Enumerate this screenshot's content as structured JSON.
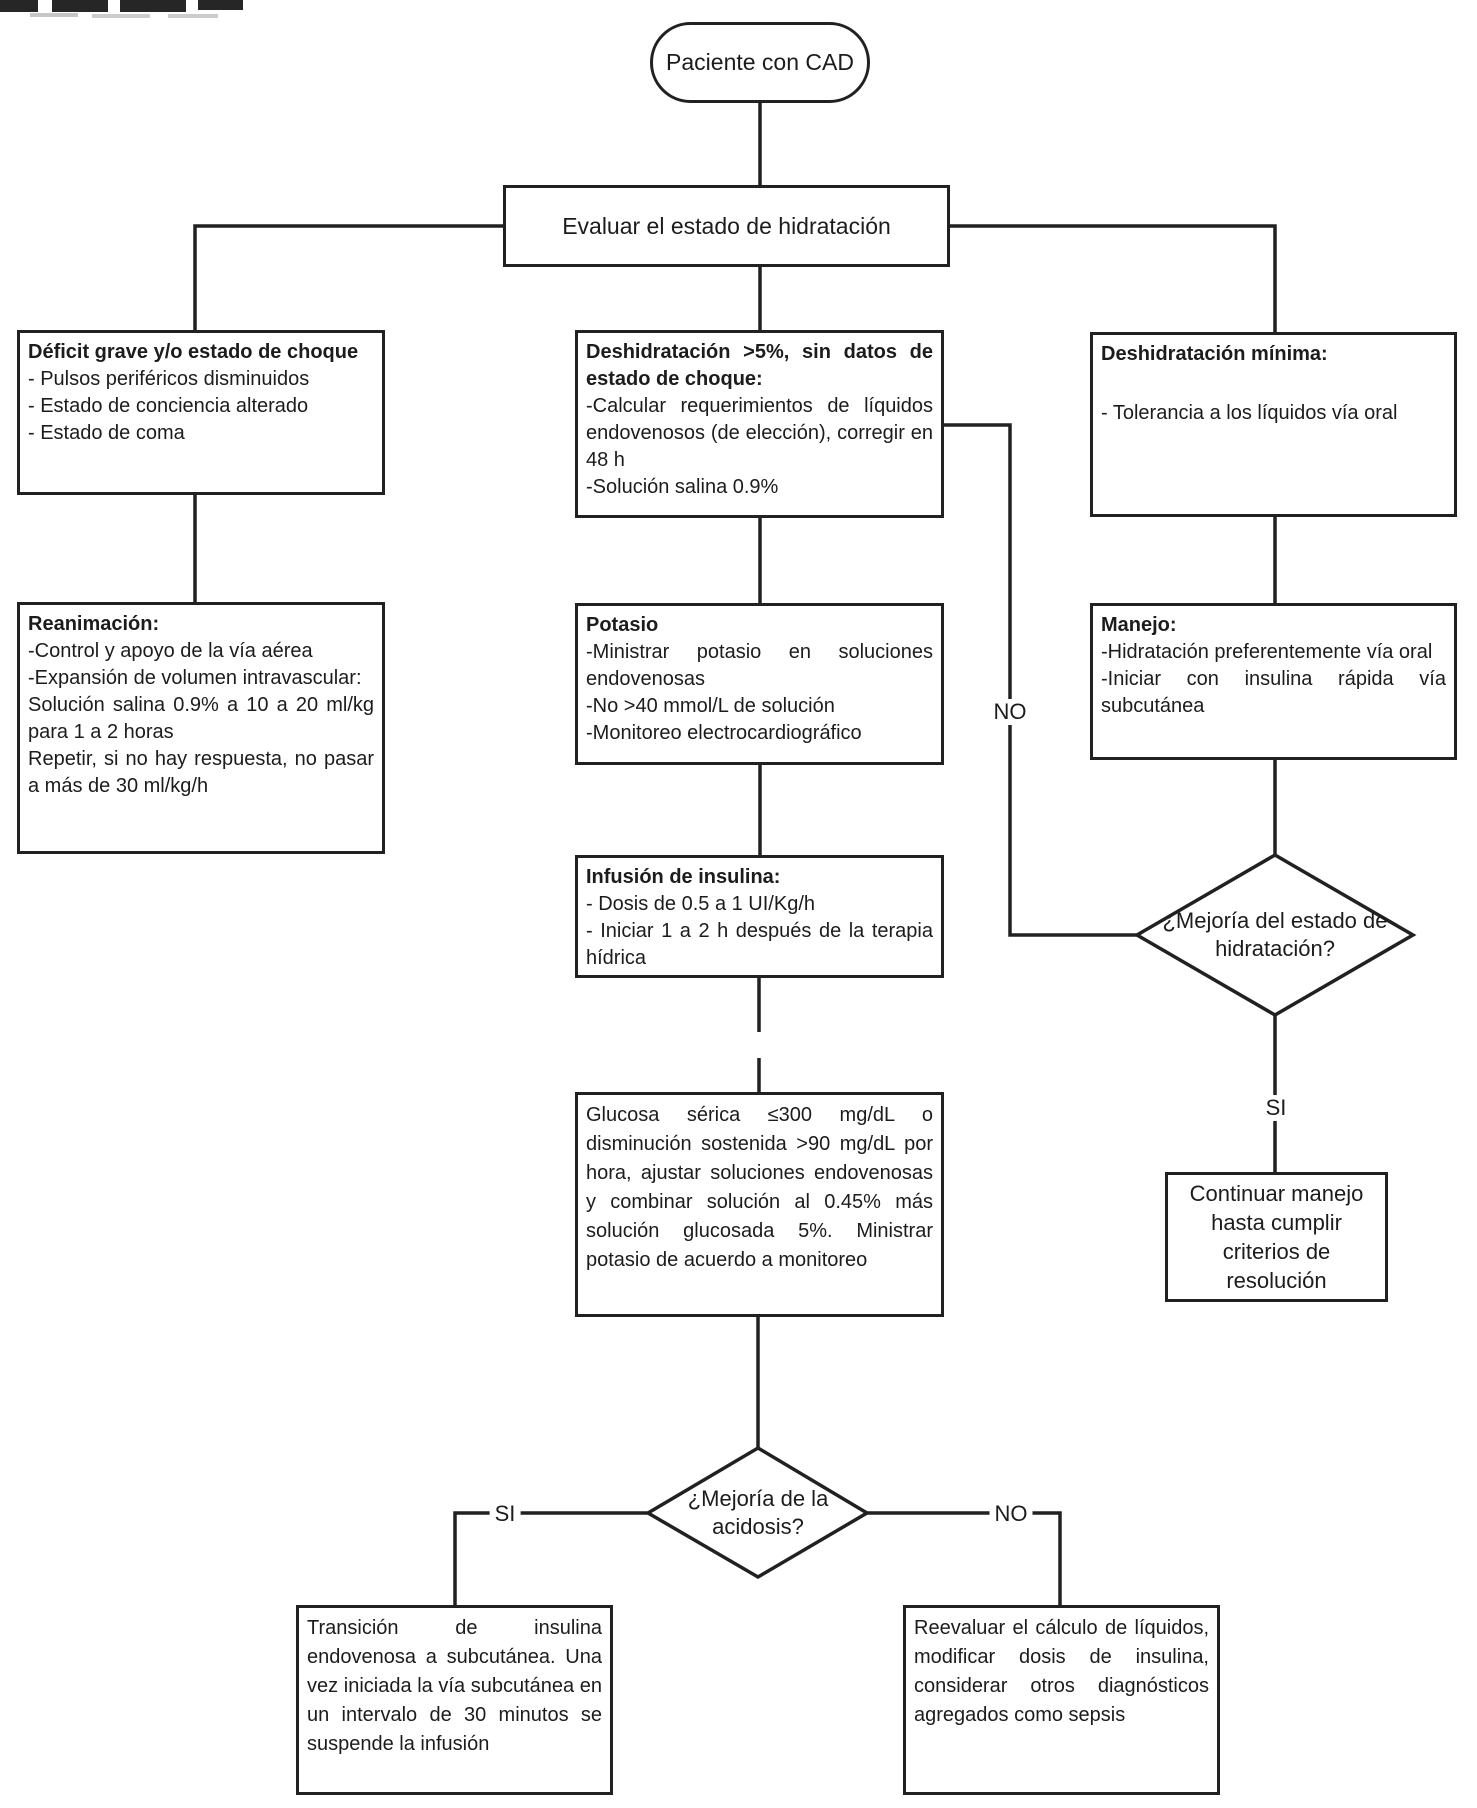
{
  "diagram_type": "flowchart",
  "language": "es",
  "colors": {
    "line": "#212121",
    "background": "#ffffff",
    "text": "#1c1c1c"
  },
  "nodes": {
    "start": {
      "shape": "terminator",
      "label": "Paciente con CAD"
    },
    "evaluar": {
      "shape": "process",
      "label": "Evaluar el estado de hidratación"
    },
    "deficit": {
      "shape": "process",
      "title": "Déficit grave y/o estado de choque",
      "items": [
        "- Pulsos periféricos disminuidos",
        "- Estado de conciencia alterado",
        "- Estado de coma"
      ]
    },
    "reanimacion": {
      "shape": "process",
      "title": "Reanimación:",
      "items": [
        "-Control y apoyo de la vía aérea",
        "-Expansión de volumen intravascular:",
        "Solución salina 0.9% a 10 a 20 ml/kg para 1 a 2 horas",
        "Repetir, si no hay respuesta, no pasar a más de 30 ml/kg/h"
      ]
    },
    "deshidratacion5": {
      "shape": "process",
      "title": "Deshidratación >5%, sin datos de estado de choque:",
      "items": [
        "-Calcular requerimientos de líquidos endovenosos (de elección), corregir en 48 h",
        "-Solución salina 0.9%"
      ]
    },
    "potasio": {
      "shape": "process",
      "title": "Potasio",
      "items": [
        "-Ministrar potasio en soluciones endovenosas",
        "-No >40 mmol/L de solución",
        "-Monitoreo electrocardiográfico"
      ]
    },
    "infusion": {
      "shape": "process",
      "title": "Infusión de insulina:",
      "items": [
        "- Dosis de 0.5 a 1 UI/Kg/h",
        "- Iniciar 1 a 2 h después de la terapia hídrica"
      ]
    },
    "glucosa": {
      "shape": "process",
      "text": "Glucosa sérica ≤300 mg/dL o disminución sostenida >90 mg/dL por hora, ajustar soluciones endovenosas y combinar solución al 0.45% más solución glucosada 5%. Ministrar potasio de acuerdo a monitoreo"
    },
    "minima": {
      "shape": "process",
      "title": "Deshidratación mínima:",
      "items": [
        "- Tolerancia a los líquidos vía oral"
      ]
    },
    "manejo": {
      "shape": "process",
      "title": "Manejo:",
      "items": [
        "-Hidratación preferentemente vía oral",
        "-Iniciar con insulina rápida vía subcutánea"
      ]
    },
    "mejoria_hidratacion": {
      "shape": "decision",
      "label": "¿Mejoría del estado de hidratación?"
    },
    "continuar": {
      "shape": "process",
      "text": "Continuar manejo hasta cumplir criterios de resolución"
    },
    "mejoria_acidosis": {
      "shape": "decision",
      "label": "¿Mejoría de la acidosis?"
    },
    "transicion": {
      "shape": "process",
      "text": "Transición de insulina endovenosa a subcutánea. Una vez iniciada la vía subcutánea en un intervalo de 30 minutos se suspende la infusión"
    },
    "reevaluar": {
      "shape": "process",
      "text": "Reevaluar el cálculo de líquidos, modificar dosis de insulina, considerar otros diagnósticos agregados como sepsis"
    }
  },
  "edge_labels": {
    "hidratacion_no": "NO",
    "hidratacion_si": "SI",
    "acidosis_si": "SI",
    "acidosis_no": "NO"
  }
}
